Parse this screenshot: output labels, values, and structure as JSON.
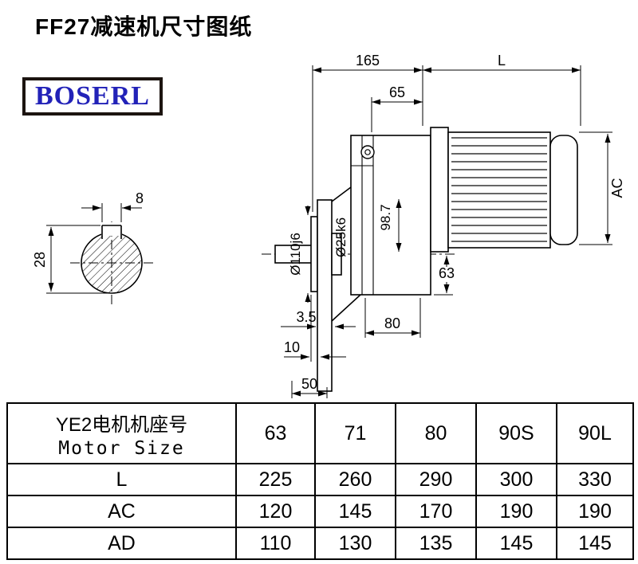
{
  "page": {
    "title": "FF27减速机尺寸图纸",
    "logo": "BOSERL"
  },
  "drawing": {
    "d165": "165",
    "dL": "L",
    "d65": "65",
    "dAC": "AC",
    "d110": "Ø110j6",
    "d25": "Ø25k6",
    "d98": "98.7",
    "d63": "63",
    "d35": "3.5",
    "d80": "80",
    "d10": "10",
    "d50": "50",
    "d8": "8",
    "d28": "28"
  },
  "table": {
    "header": {
      "line1": "YE2电机机座号",
      "line2": "Motor Size",
      "cols": [
        "63",
        "71",
        "80",
        "90S",
        "90L"
      ]
    },
    "rows": [
      {
        "label": "L",
        "values": [
          "225",
          "260",
          "290",
          "300",
          "330"
        ]
      },
      {
        "label": "AC",
        "values": [
          "120",
          "145",
          "170",
          "190",
          "190"
        ]
      },
      {
        "label": "AD",
        "values": [
          "110",
          "130",
          "135",
          "145",
          "145"
        ]
      }
    ]
  }
}
